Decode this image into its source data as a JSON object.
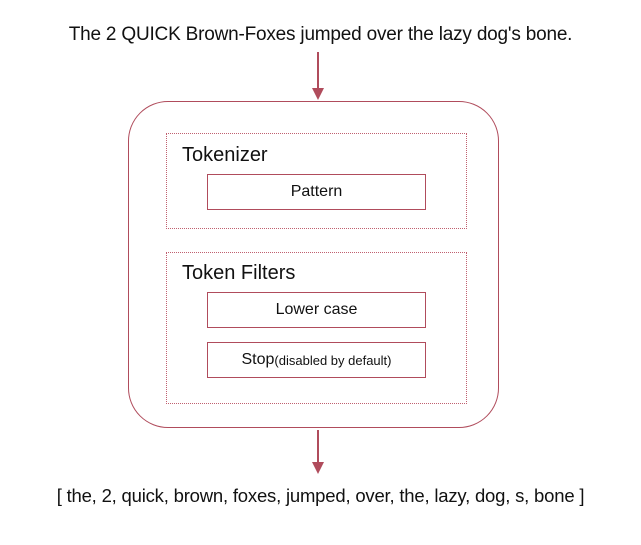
{
  "input_text": "The 2 QUICK Brown-Foxes jumped over the lazy dog's bone.",
  "analyzer": {
    "tokenizer": {
      "title": "Tokenizer",
      "steps": [
        "Pattern"
      ]
    },
    "token_filters": {
      "title": "Token Filters",
      "lowercase_label": "Lower case",
      "stop_label": "Stop",
      "stop_note": "(disabled by default)"
    }
  },
  "output_text": "[ the, 2, quick, brown, foxes, jumped, over, the, lazy, dog, s, bone ]",
  "colors": {
    "accent": "#b04c5c",
    "text": "#111111"
  }
}
